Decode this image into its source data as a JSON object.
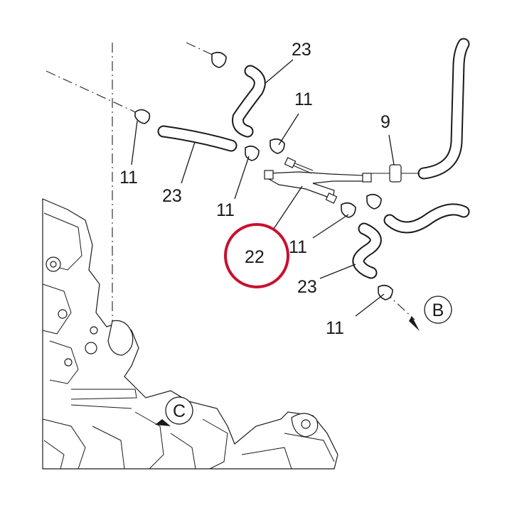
{
  "diagram": {
    "callouts": {
      "c11_left": "11",
      "c23_left": "23",
      "c23_top": "23",
      "c11_top": "11",
      "c11_mid": "11",
      "c9": "9",
      "c22": "22",
      "c11_right": "11",
      "c23_lower": "23",
      "c11_bottom": "11"
    },
    "direction_markers": {
      "b_label": "B",
      "c_label": "C"
    },
    "highlight_color": "#c8102e",
    "line_color": "#1a1a1a"
  }
}
